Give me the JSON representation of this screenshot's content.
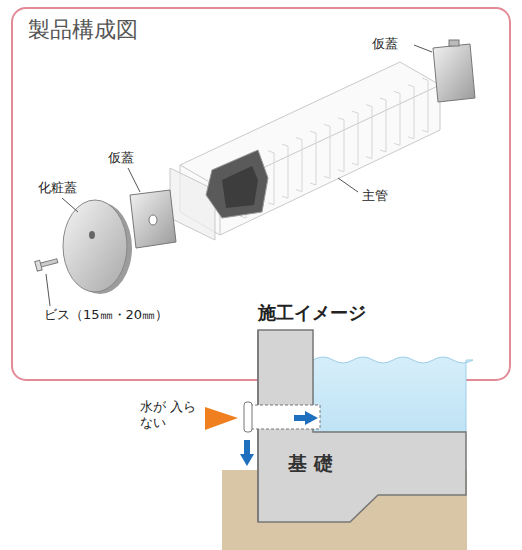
{
  "diagram": {
    "title": "製品構成図",
    "labels": [
      "仮蓋",
      "仮蓋",
      "化粧蓋",
      "主管",
      "ビス（15㎜・20㎜）",
      "施工イメージ",
      "水が 入らない",
      "基 礎"
    ]
  }
}
